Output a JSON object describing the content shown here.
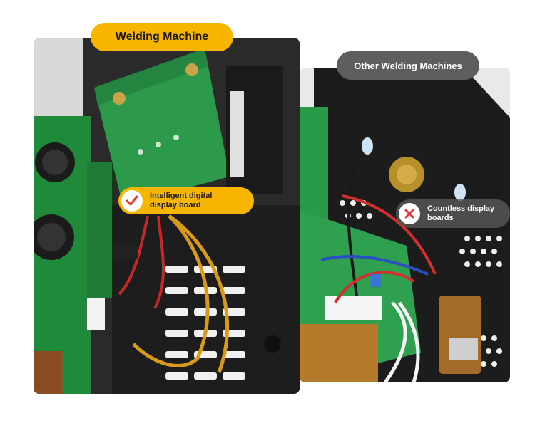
{
  "badges": {
    "welding_machine": "Welding Machine",
    "other_welding_machines": "Other Welding Machines"
  },
  "callouts": {
    "intelligent": {
      "line1": "Intelligent digital",
      "line2": "display board",
      "icon": "checkmark-icon",
      "icon_color": "#e53935"
    },
    "countless": {
      "line1": "Countless display",
      "line2": "boards",
      "icon": "cross-icon",
      "icon_color": "#e53935"
    }
  },
  "colors": {
    "accent_yellow": "#f7b500",
    "neutral_gray": "#5e5e5e"
  }
}
